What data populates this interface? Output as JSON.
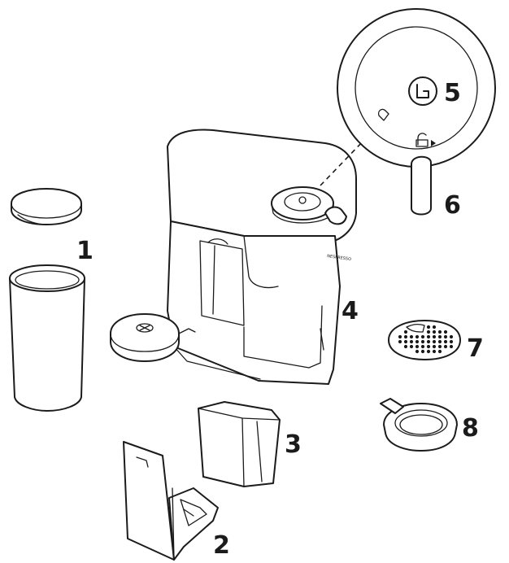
{
  "diagram": {
    "labels": {
      "part1": "1",
      "part2": "2",
      "part3": "3",
      "part4": "4",
      "part5": "5",
      "part6": "6",
      "part7": "7",
      "part8": "8"
    },
    "brand_mark": "NESPRESSO"
  }
}
